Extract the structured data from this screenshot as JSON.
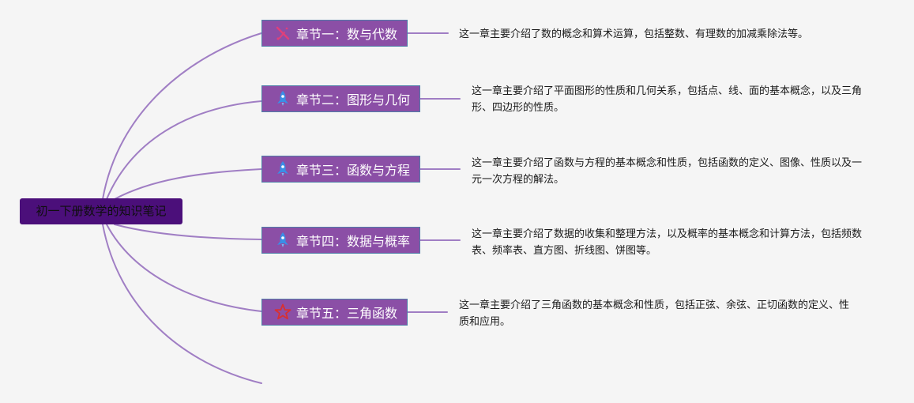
{
  "root": {
    "title": "初一下册数学的知识笔记"
  },
  "chapters": [
    {
      "title": "章节一：数与代数",
      "icon": "pencil-ruler-icon",
      "description": "这一章主要介绍了数的概念和算术运算，包括整数、有理数的加减乘除法等。"
    },
    {
      "title": "章节二：图形与几何",
      "icon": "rocket-icon",
      "description": "这一章主要介绍了平面图形的性质和几何关系，包括点、线、面的基本概念，以及三角形、四边形的性质。"
    },
    {
      "title": "章节三：函数与方程",
      "icon": "rocket-icon",
      "description": "这一章主要介绍了函数与方程的基本概念和性质，包括函数的定义、图像、性质以及一元一次方程的解法。"
    },
    {
      "title": "章节四：数据与概率",
      "icon": "rocket-icon",
      "description": "这一章主要介绍了数据的收集和整理方法，以及概率的基本概念和计算方法，包括频数表、频率表、直方图、折线图、饼图等。"
    },
    {
      "title": "章节五：三角函数",
      "icon": "star-outline-icon",
      "description": "这一章主要介绍了三角函数的基本概念和性质，包括正弦、余弦、正切函数的定义、性质和应用。"
    }
  ],
  "colors": {
    "root_fill": "#4b0f7a",
    "chapter_fill": "#8b4fa6",
    "chapter_border": "#4f7fa8",
    "connector": "#a07ec4",
    "icon_pink": "#e0407a",
    "icon_blue": "#3a8ee6",
    "icon_red": "#d93030"
  }
}
